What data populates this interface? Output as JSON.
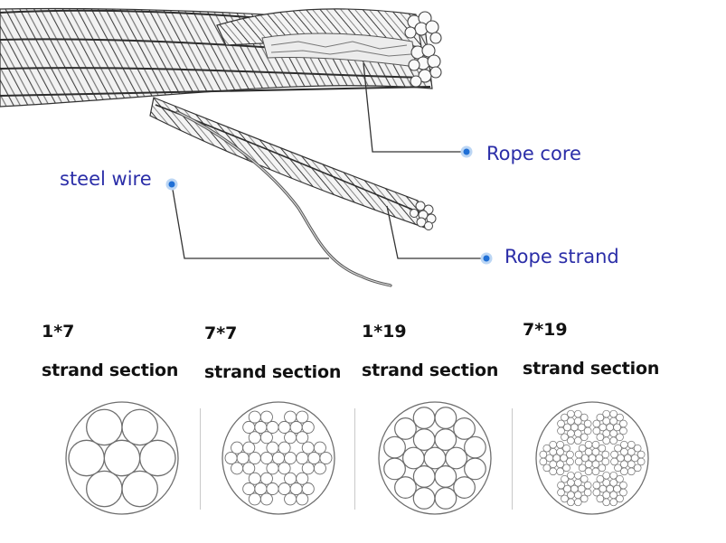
{
  "diagram": {
    "callouts": {
      "rope_core": "Rope core",
      "steel_wire": "steel wire",
      "rope_strand": "Rope strand"
    },
    "sections": [
      {
        "code": "1*7",
        "label": "strand section",
        "structure": "1x7"
      },
      {
        "code": "7*7",
        "label": "strand section",
        "structure": "7x7"
      },
      {
        "code": "1*19",
        "label": "strand section",
        "structure": "1x19"
      },
      {
        "code": "7*19",
        "label": "strand section",
        "structure": "7x19"
      }
    ],
    "colors": {
      "label_text": "#2b2ea8",
      "dot": "#1f6fd6",
      "line": "#333333",
      "section_text": "#111111",
      "wire": "#6e6e6e"
    }
  }
}
